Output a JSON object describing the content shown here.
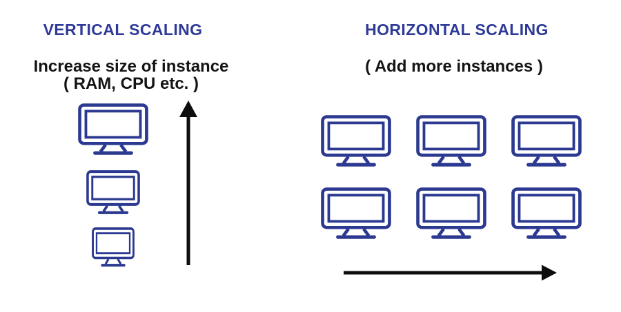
{
  "diagram": {
    "left": {
      "title": "VERTICAL SCALING",
      "subtitle_line1": "Increase size of instance",
      "subtitle_line2": "( RAM, CPU etc. )",
      "monitor_sizes": [
        "large",
        "medium",
        "small"
      ],
      "arrow_direction": "up"
    },
    "right": {
      "title": "HORIZONTAL SCALING",
      "subtitle": "( Add more instances )",
      "monitor_count": 6,
      "grid": "3 columns x 2 rows",
      "arrow_direction": "right"
    },
    "colors": {
      "title_blue": "#2e3a97",
      "monitor_blue": "#2b3990",
      "text_black": "#141414",
      "arrow_black": "#0d0d0d",
      "background": "#ffffff"
    }
  }
}
